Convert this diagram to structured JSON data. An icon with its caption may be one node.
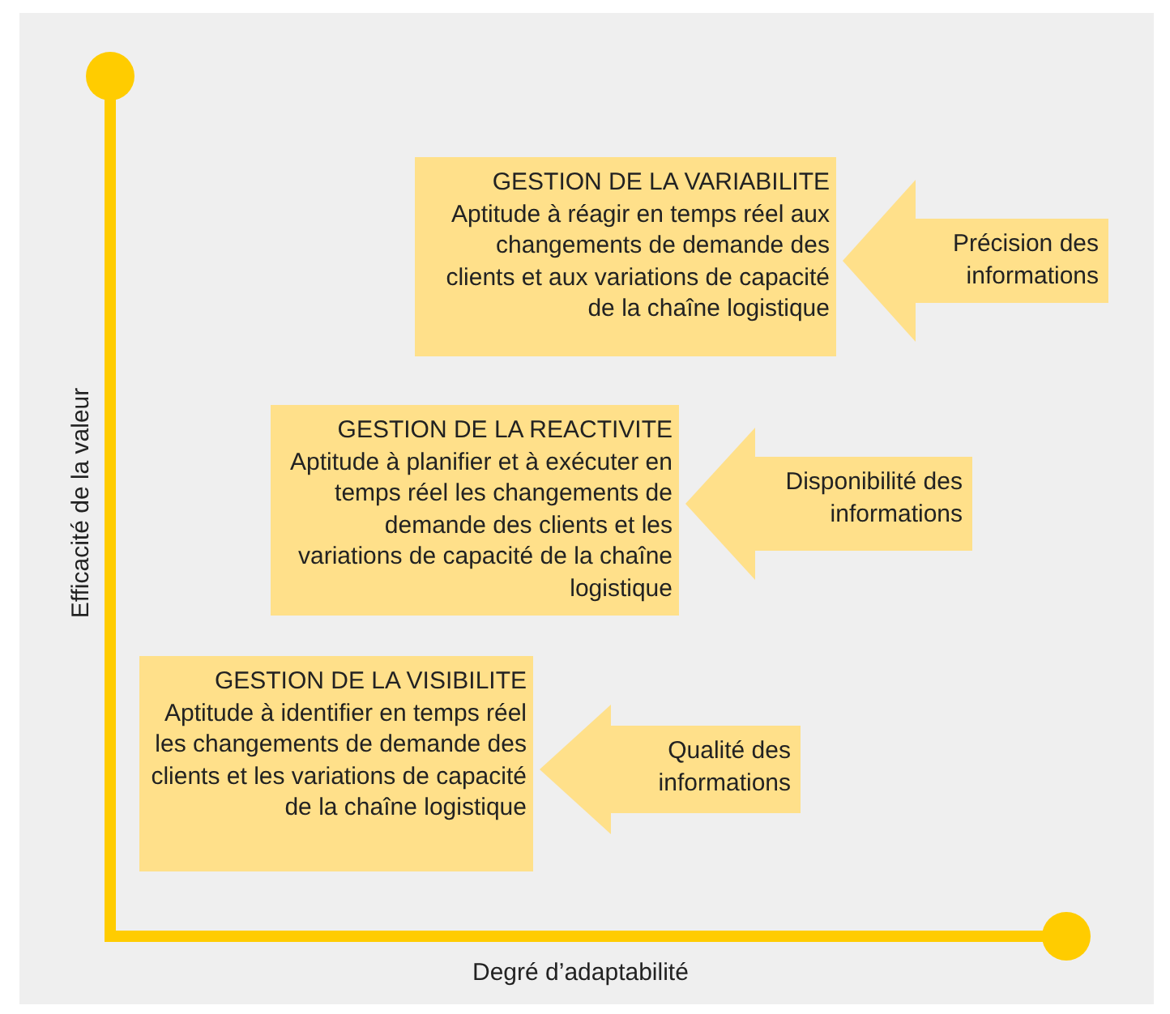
{
  "diagram": {
    "nodes": [
      {
        "text": [
          "GESTION DE LA VARIABILITE",
          "Aptitude à réagir en temps réel aux changements de demande des clients et aux variations de capacité de la chaîne logistique"
        ]
      },
      {
        "text": [
          "Précision des informations"
        ]
      },
      {
        "text": [
          "GESTION DE LA REACTIVITE",
          "Aptitude à planifier et à exécuter en temps réel les changements de demande des clients et les variations de capacité de la chaîne logistique"
        ]
      },
      {
        "text": [
          "Disponibilité des informations"
        ]
      },
      {
        "text": [
          "GESTION DE LA VISIBILITE",
          "Aptitude à identifier en temps réel les changements de demande des clients et les variations de capacité de la chaîne logistique"
        ]
      },
      {
        "text": [
          "Qualité des informations"
        ]
      }
    ],
    "edges": [
      {
        "from": 1,
        "to": 0,
        "arrow": "to"
      },
      {
        "from": 3,
        "to": 2,
        "arrow": "to"
      },
      {
        "from": 5,
        "to": 4,
        "arrow": "to"
      }
    ],
    "labels": [
      "Efficacité de la valeur",
      "Degré d’adaptabilité"
    ]
  }
}
